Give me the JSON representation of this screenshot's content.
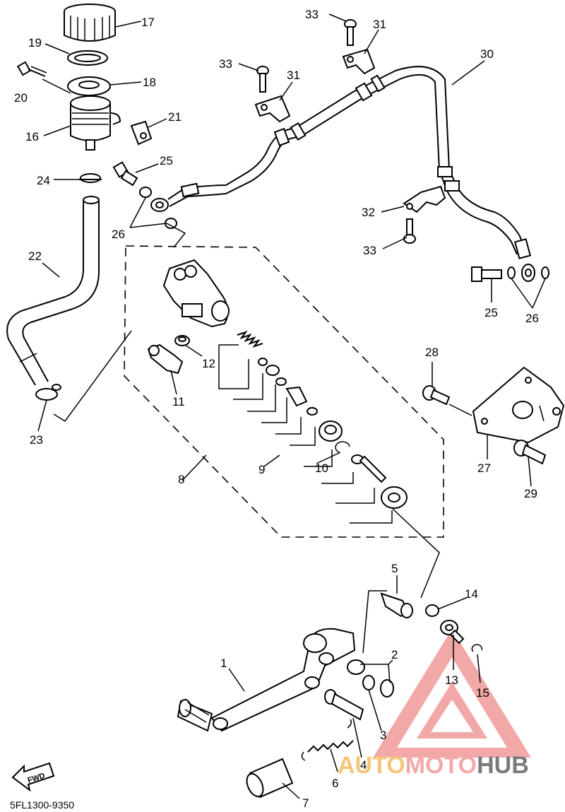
{
  "catalog_code": "5FL1300-9350",
  "fwd_label": "FWD",
  "watermark": {
    "auto": "AUTO",
    "moto": "MOTO",
    "hub": "HUB",
    "colors": {
      "triangle": "#f29a9a",
      "auto": "#f7c57a",
      "moto": "#f3a9a9",
      "hub": "#7a7a7a"
    }
  },
  "callouts": {
    "p1": "1",
    "p2": "2",
    "p3": "3",
    "p4": "4",
    "p5": "5",
    "p6": "6",
    "p7": "7",
    "p8": "8",
    "p9": "9",
    "p10": "10",
    "p11": "11",
    "p12": "12",
    "p13": "13",
    "p14": "14",
    "p15": "15",
    "p16": "16",
    "p17": "17",
    "p18": "18",
    "p19": "19",
    "p20": "20",
    "p21": "21",
    "p22": "22",
    "p23": "23",
    "p24": "24",
    "p25a": "25",
    "p25b": "25",
    "p26a": "26",
    "p26b": "26",
    "p27": "27",
    "p28": "28",
    "p29": "29",
    "p30": "30",
    "p31a": "31",
    "p31b": "31",
    "p32": "32",
    "p33a": "33",
    "p33b": "33",
    "p33c": "33"
  }
}
